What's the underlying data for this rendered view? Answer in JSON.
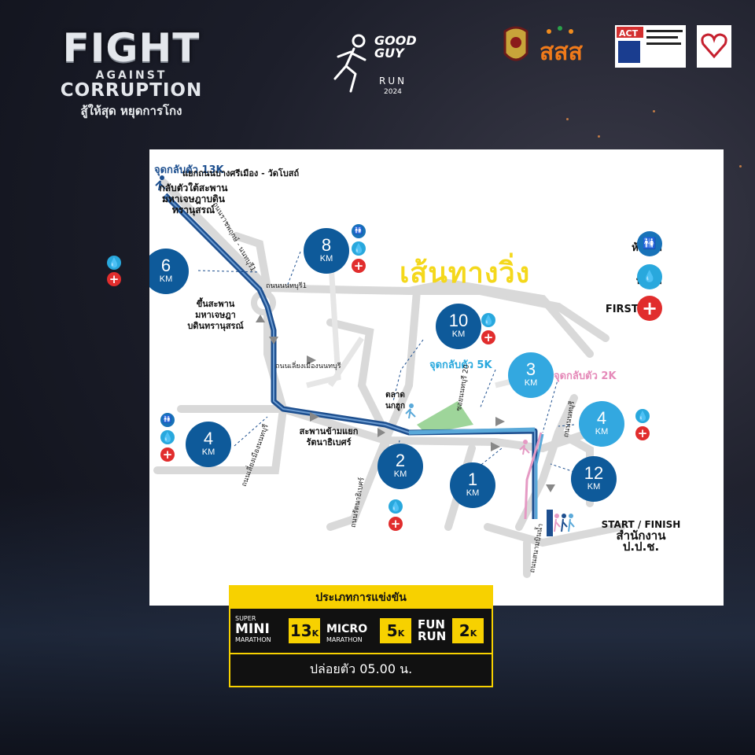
{
  "brand": {
    "fight": "FIGHT",
    "against": "AGAINST",
    "corruption": "CORRUPTION",
    "thai_tagline": "สู้ให้สุด หยุดการโกง"
  },
  "event_logo": {
    "line1": "GOOD",
    "line2": "GUY",
    "run": "RUN",
    "year": "2024"
  },
  "partner_logos": [
    "crest-logo",
    "sorsorsor-logo",
    "act-logo",
    "heart-logo"
  ],
  "partner_text": {
    "sorsorsor": "สสส",
    "act": "ACT"
  },
  "map": {
    "title": "เส้นทางวิ่ง",
    "legend": [
      {
        "label": "ห้องน้ำ",
        "icon": "restroom-icon"
      },
      {
        "label": "น้ำดื่ม",
        "icon": "water-drop-icon"
      },
      {
        "label": "FIRST AID",
        "icon": "first-aid-icon"
      }
    ],
    "turnaround_13k": {
      "title": "จุดกลับตัว 13K",
      "desc1": "กลับตัวใต้สะพาน",
      "desc2": "มหาเจษฎาบดิน",
      "desc3": "ทรานุสรณ์"
    },
    "intersection_label": "แยกถนนบางศรีเมือง - วัดโบสถ์",
    "bridge_label": {
      "line1": "ขึ้นสะพาน",
      "line2": "มหาเจษฎา",
      "line3": "บดินทรานุสรณ์"
    },
    "rattanathibet_bridge": {
      "line1": "สะพานข้ามแยก",
      "line2": "รัตนาธิเบศร์"
    },
    "market_label": {
      "line1": "ตลาด",
      "line2": "นกฮูก"
    },
    "turnaround_5k": "จุดกลับตัว 5K",
    "turnaround_2k": "จุดกลับตัว 2K",
    "start_finish": {
      "line1": "START / FINISH",
      "line2": "สำนักงาน",
      "line3": "ป.ป.ช."
    },
    "streets": {
      "ratchaphruek": "ถนนราชพฤกษ์ - นนทบุรี1",
      "nonthaburi1": "ถนนนนทบุรี1",
      "bypass": "ถนนเลี่ยงเมืองนนทบุรี",
      "bypass2": "ถนนเลี่ยงเมืองนนทบุรี",
      "rattanathibet": "ถนนรัตนาธิเบศร์",
      "soi20": "ซอยนนทบุรี 20",
      "nonthaburi": "ถนนนนทบุรี",
      "sanambinnam": "ถนนสนามบินน้ำ"
    },
    "markers": [
      {
        "value": "6",
        "unit": "KM",
        "color": "dark"
      },
      {
        "value": "8",
        "unit": "KM",
        "color": "dark"
      },
      {
        "value": "10",
        "unit": "KM",
        "color": "dark"
      },
      {
        "value": "4",
        "unit": "KM",
        "color": "dark"
      },
      {
        "value": "2",
        "unit": "KM",
        "color": "dark"
      },
      {
        "value": "1",
        "unit": "KM",
        "color": "dark"
      },
      {
        "value": "3",
        "unit": "KM",
        "color": "light"
      },
      {
        "value": "4",
        "unit": "KM",
        "color": "light"
      },
      {
        "value": "12",
        "unit": "KM",
        "color": "dark"
      }
    ],
    "icon_glyphs": {
      "water": "💧",
      "aid": "+",
      "wc": "🚻"
    }
  },
  "race": {
    "header": "ประเภทการแข่งขัน",
    "categories": [
      {
        "top": "SUPER",
        "main": "MINI",
        "bottom": "MARATHON",
        "dist": "13",
        "unit": "K"
      },
      {
        "top": "",
        "main": "MICRO",
        "bottom": "MARATHON",
        "dist": "5",
        "unit": "K"
      },
      {
        "top": "",
        "main": "FUN",
        "bottom": "RUN",
        "dist": "2",
        "unit": "K"
      }
    ],
    "start_time": "ปล่อยตัว 05.00 น."
  },
  "colors": {
    "route_dark": "#1d4f8f",
    "route_light": "#5aa9d9",
    "route_pink": "#e59ac4",
    "accent_yellow": "#f7d100",
    "title_yellow": "#f4d81c",
    "aid_red": "#e12d2d"
  }
}
